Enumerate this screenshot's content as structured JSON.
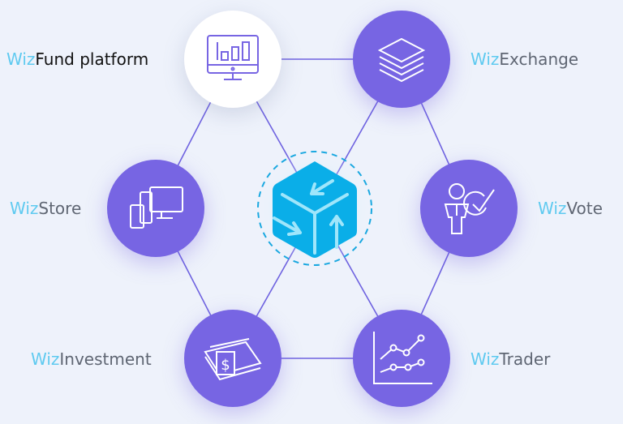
{
  "prefix": "Wiz",
  "nodes": [
    {
      "name": "Fund platform",
      "icon": "monitor-chart-icon"
    },
    {
      "name": "Exchange",
      "icon": "layers-icon"
    },
    {
      "name": "Store",
      "icon": "devices-icon"
    },
    {
      "name": "Vote",
      "icon": "person-check-icon"
    },
    {
      "name": "Investment",
      "icon": "money-stack-icon"
    },
    {
      "name": "Trader",
      "icon": "line-chart-icon"
    }
  ],
  "colors": {
    "purple": "#7765e3",
    "cube": "#0aaee8",
    "prefix": "#5fcaf0",
    "text": "#5f6673"
  }
}
